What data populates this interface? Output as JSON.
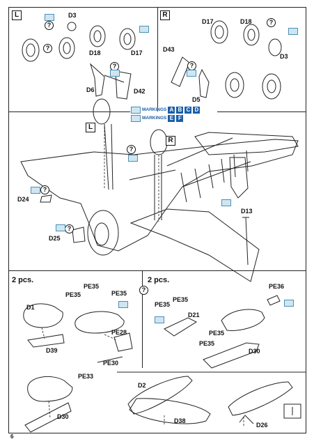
{
  "page_number": "6",
  "panels": {
    "left_box": "L",
    "right_box": "R",
    "mid_left": "L",
    "mid_right": "R"
  },
  "markings": {
    "label": "MARKINGS",
    "row1_letters": [
      "A",
      "B",
      "C",
      "D"
    ],
    "row2_letters": [
      "E",
      "F"
    ]
  },
  "parts": {
    "d3_top": "D3",
    "d18_left": "D18",
    "d17_left": "D17",
    "d6": "D6",
    "d42": "D42",
    "d17_right": "D17",
    "d18_right": "D18",
    "d43": "D43",
    "d3_right": "D3",
    "d5": "D5",
    "d24": "D24",
    "d25": "D25",
    "d13": "D13",
    "d1": "D1",
    "d39": "D39",
    "pe35_a": "PE35",
    "pe35_b": "PE35",
    "pe35_c": "PE35",
    "pe28": "PE28",
    "pe30": "PE30",
    "pe33": "PE33",
    "d30_left": "D30",
    "pe36": "PE36",
    "pe35_d": "PE35",
    "pe35_e": "PE35",
    "d21": "D21",
    "pe35_f": "PE35",
    "pe35_g": "PE35",
    "d30_right": "D30",
    "d2": "D2",
    "d38": "D38",
    "d26": "D26"
  },
  "quantity_left": "2 pcs.",
  "quantity_right": "2 pcs.",
  "question_mark": "?",
  "colors": {
    "accent": "#1a5fa8",
    "tag": "#cfe6f2",
    "line": "#222222"
  }
}
